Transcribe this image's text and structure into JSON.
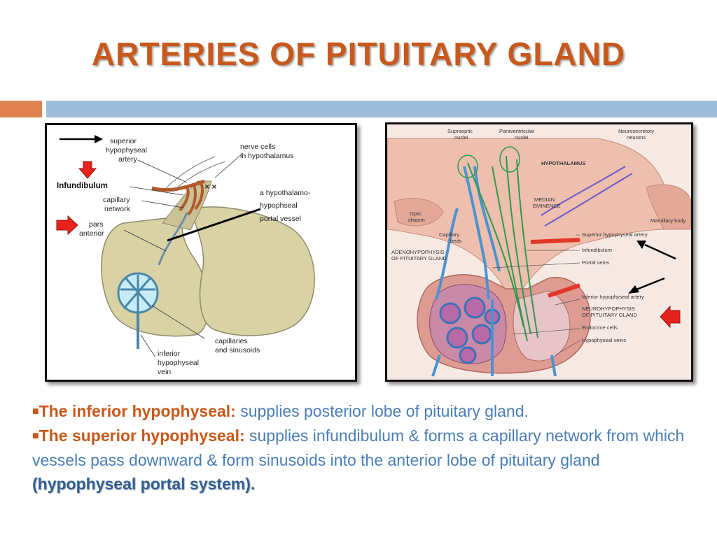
{
  "slide": {
    "title": "ARTERIES OF PITUITARY GLAND",
    "colors": {
      "accent": "#c8581b",
      "body_text": "#4a7eb5",
      "band_orange": "#e08150",
      "band_blue": "#9cbcd8"
    }
  },
  "left_diagram": {
    "labels": {
      "superior_1": "superior",
      "superior_2": "hypophyseal",
      "superior_3": "artery",
      "nerve_1": "nerve cells",
      "nerve_2": "in hypothalamus",
      "infundibulum": "Infundibulum",
      "capillary_1": "capillary",
      "capillary_2": "network",
      "pars_1": "pars",
      "pars_2": "anterior",
      "portal_1": "a hypothalamo-",
      "portal_2": "hypophseal",
      "portal_3": "portal vessel",
      "capsin_1": "capillaries",
      "capsin_2": "and sinusoids",
      "vein_1": "inferior",
      "vein_2": "hypophyseal",
      "vein_3": "vein"
    }
  },
  "right_diagram": {
    "labels": {
      "supraoptic_1": "Supraoptic",
      "supraoptic_2": "nuclei",
      "paraventricular_1": "Paraventricular",
      "paraventricular_2": "nuclei",
      "neurosecretory_1": "Neurosecretory",
      "neurosecretory_2": "neurons",
      "hypothalamus": "HYPOTHALAMUS",
      "median_1": "MEDIAN",
      "median_2": "EMINENCE",
      "mamillary": "Mamillary body",
      "optic_1": "Optic",
      "optic_2": "chiasm",
      "capbeds_1": "Capillary",
      "capbeds_2": "beds",
      "adeno_1": "ADENOHYPOPHYSIS",
      "adeno_2": "OF PITUITARY GLAND",
      "sup_artery": "Superior hypophyseal artery",
      "infundibulum": "Infundibulum",
      "portal_veins": "Portal veins",
      "inf_artery": "Inferior hypophyseal artery",
      "neuro_1": "NEUROHYPOPHYSIS",
      "neuro_2": "OF PITUITARY GLAND",
      "endocrine": "Endocrine cells",
      "hypo_veins": "Hypophyseal veins"
    }
  },
  "body": {
    "line1_term": "The inferior hypophyseal:",
    "line1_text": " supplies posterior lobe of pituitary gland.",
    "line2_term": "The superior hypophyseal:",
    "line2_text": " supplies infundibulum & forms a capillary network from which vessels pass downward & form sinusoids into the anterior lobe of pituitary gland ",
    "line2_emph": "(hypophyseal portal system)."
  }
}
